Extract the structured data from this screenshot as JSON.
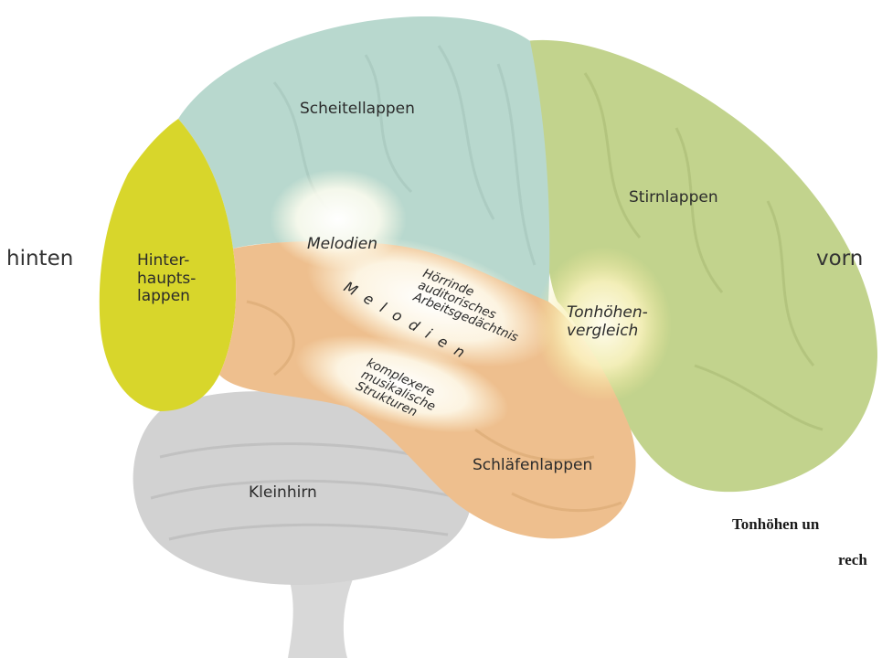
{
  "labels": {
    "back": "hinten",
    "front": "vorn",
    "parietal": "Scheitellappen",
    "frontal": "Stirnlappen",
    "occipital": [
      "Hinter-",
      "haupts-",
      "lappen"
    ],
    "temporal": "Schläfenlappen",
    "cerebellum": "Kleinhirn",
    "melodies_top": "Melodien",
    "melodies_spaced": "Melodien",
    "auditory": [
      "Hörrinde",
      "auditorisches",
      "Arbeitsgedächtnis"
    ],
    "complex": [
      "komplexere",
      "musikalische",
      "Strukturen"
    ],
    "pitch": [
      "Tonhöhen-",
      "vergleich"
    ]
  },
  "caption": [
    "Tonhöhen un",
    "rech"
  ],
  "colors": {
    "parietal": "#b9d9cf",
    "frontal": "#c3d48f",
    "occipital": "#d7d52a",
    "temporal": "#eec08f",
    "cerebellum": "#d3d3d3",
    "stem": "#d9d9d9",
    "highlight": "#fffbe6"
  }
}
